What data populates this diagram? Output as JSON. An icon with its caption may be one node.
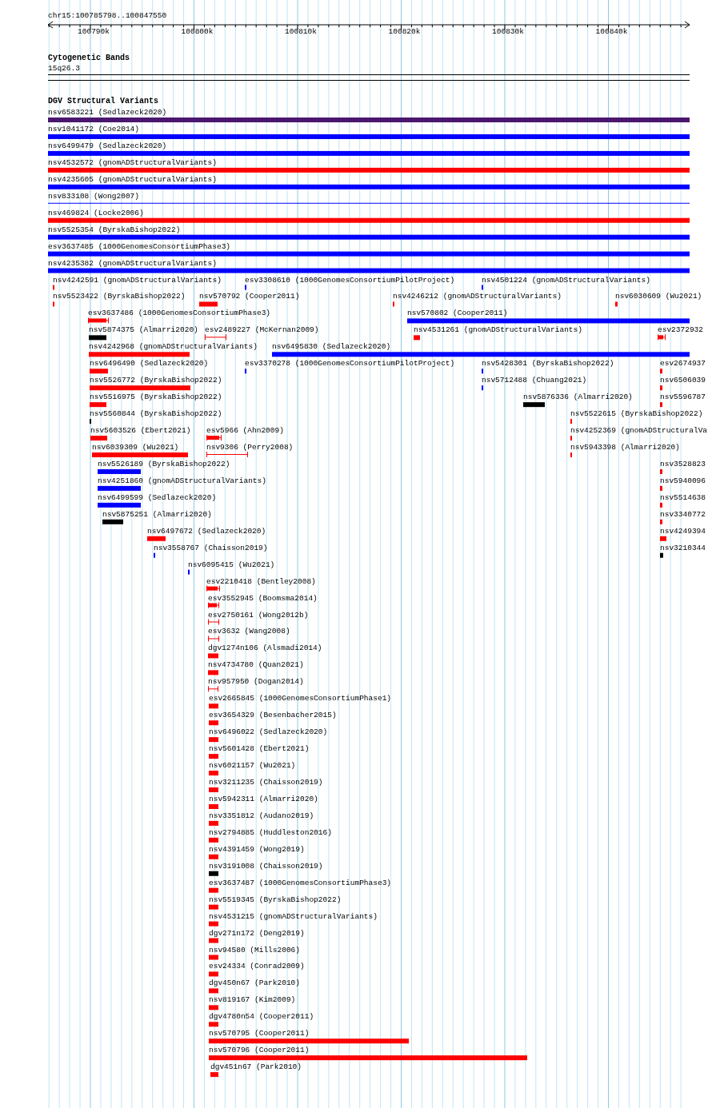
{
  "diagram": {
    "labels": [
      "chr15:100785798..100847550",
      "100790k",
      "100800k",
      "100810k",
      "100820k",
      "100830k",
      "100840k",
      "Cytogenetic Bands",
      "15q26.3",
      "DGV Structural Variants",
      "nsv6583221 (Sedlazeck2020)",
      "nsv1041172 (Coe2014)",
      "nsv6499479 (Sedlazeck2020)",
      "nsv4532572 (gnomADStructuralVariants)",
      "nsv4235605 (gnomADStructuralVariants)",
      "nsv833108 (Wong2007)",
      "nsv469824 (Locke2006)",
      "nsv5525354 (ByrskaBishop2022)",
      "esv3637485 (1000GenomesConsortiumPhase3)",
      "nsv4235382 (gnomADStructuralVariants)",
      "nsv4242591 (gnomADStructuralVariants)",
      "esv3308610 (1000GenomesConsortiumPilotProject)",
      "nsv4501224 (gnomADStructuralVariants)",
      "nsv5523422 (ByrskaBishop2022)",
      "nsv570792 (Cooper2011)",
      "nsv4246212 (gnomADStructuralVariants)",
      "nsv6030609 (Wu2021)",
      "esv3637486 (1000GenomesConsortiumPhase3)",
      "nsv570802 (Cooper2011)",
      "nsv5874375 (Almarri2020)",
      "esv2489227 (McKernan2009)",
      "nsv4531261 (gnomADStructuralVariants)",
      "esv2372932",
      "nsv4242968 (gnomADStructuralVariants)",
      "nsv6495830 (Sedlazeck2020)",
      "nsv6496490 (Sedlazeck2020)",
      "esv3370278 (1000GenomesConsortiumPilotProject)",
      "nsv5428301 (ByrskaBishop2022)",
      "esv2674937",
      "nsv5526772 (ByrskaBishop2022)",
      "nsv5712488 (Chuang2021)",
      "nsv6506039",
      "nsv5516975 (ByrskaBishop2022)",
      "nsv5876336 (Almarri2020)",
      "nsv5596787",
      "nsv5560844 (ByrskaBishop2022)",
      "nsv5522615 (ByrskaBishop2022)",
      "nsv5603526 (Ebert2021)",
      "esv5966 (Ahn2009)",
      "nsv4252369 (gnomADStructuralVa",
      "nsv6039309 (Wu2021)",
      "nsv9306 (Perry2008)",
      "nsv5943398 (Almarri2020)",
      "nsv5526189 (ByrskaBishop2022)",
      "nsv3528823",
      "nsv4251860 (gnomADStructuralVariants)",
      "nsv5940096",
      "nsv6499599 (Sedlazeck2020)",
      "nsv5514638",
      "nsv5875251 (Almarri2020)",
      "nsv3340772",
      "nsv6497672 (Sedlazeck2020)",
      "nsv4249394",
      "nsv3558767 (Chaisson2019)",
      "nsv3210344",
      "nsv6095415 (Wu2021)",
      "esv2210418 (Bentley2008)",
      "esv3552945 (Boomsma2014)",
      "esv2750161 (Wong2012b)",
      "esv3632 (Wang2008)",
      "dgv1274n106 (Alsmadi2014)",
      "nsv4734780 (Quan2021)",
      "nsv957950 (Dogan2014)",
      "esv2665845 (1000GenomesConsortiumPhase1)",
      "esv3654329 (Besenbacher2015)",
      "nsv6496022 (Sedlazeck2020)",
      "nsv5601428 (Ebert2021)",
      "nsv6021157 (Wu2021)",
      "nsv3211235 (Chaisson2019)",
      "nsv5942311 (Almarri2020)",
      "nsv3351812 (Audano2019)",
      "nsv2794885 (Huddleston2016)",
      "nsv4391459 (Wong2019)",
      "nsv3191008 (Chaisson2019)",
      "esv3637487 (1000GenomesConsortiumPhase3)",
      "nsv5519345 (ByrskaBishop2022)",
      "nsv4531215 (gnomADStructuralVariants)",
      "dgv271n172 (Deng2019)",
      "nsv94580 (Mills2006)",
      "esv24334 (Conrad2009)",
      "dgv450n67 (Park2010)",
      "nsv819167 (Kim2009)",
      "dgv4780n54 (Cooper2011)",
      "nsv570795 (Cooper2011)",
      "nsv570796 (Cooper2011)",
      "dgv451n67 (Park2010)"
    ]
  }
}
